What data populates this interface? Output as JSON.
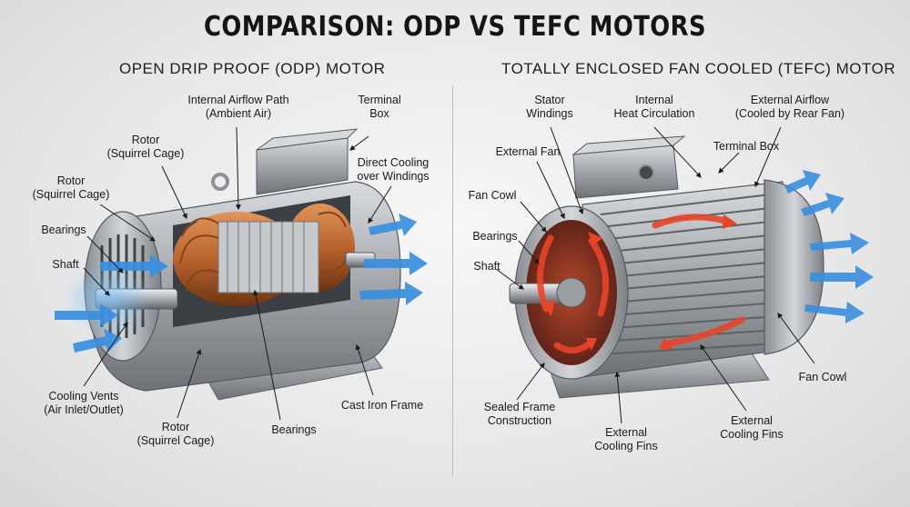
{
  "title": "COMPARISON: ODP VS TEFC MOTORS",
  "odp": {
    "subtitle": "OPEN DRIP PROOF (ODP) MOTOR",
    "labels": {
      "internal_airflow": "Internal Airflow Path\n(Ambient Air)",
      "terminal_box": "Terminal\nBox",
      "rotor_top": "Rotor\n(Squirrel Cage)",
      "rotor_left": "Rotor\n(Squirrel Cage)",
      "direct_cooling": "Direct Cooling\nover Windings",
      "bearings_left": "Bearings",
      "shaft": "Shaft",
      "cooling_vents": "Cooling Vents\n(Air Inlet/Outlet)",
      "rotor_bottom": "Rotor\n(Squirrel Cage)",
      "bearings_bottom": "Bearings",
      "cast_iron_frame": "Cast Iron Frame"
    }
  },
  "tefc": {
    "subtitle": "TOTALLY ENCLOSED FAN COOLED (TEFC) MOTOR",
    "labels": {
      "stator_windings": "Stator\nWindings",
      "internal_heat": "Internal\nHeat Circulation",
      "external_airflow": "External Airflow\n(Cooled by Rear Fan)",
      "external_fan": "External Fan",
      "terminal_box": "Terminal Box",
      "fan_cowl_left": "Fan Cowl",
      "bearings": "Bearings",
      "shaft": "Shaft",
      "sealed_frame": "Sealed Frame\nConstruction",
      "ext_fins_left": "External\nCooling Fins",
      "ext_fins_right": "External\nCooling Fins",
      "fan_cowl_right": "Fan Cowl"
    }
  },
  "colors": {
    "airflow": "#3a8fe0",
    "heat": "#e8442a",
    "copper": "#b8642e",
    "metal": "#a9adb2"
  }
}
